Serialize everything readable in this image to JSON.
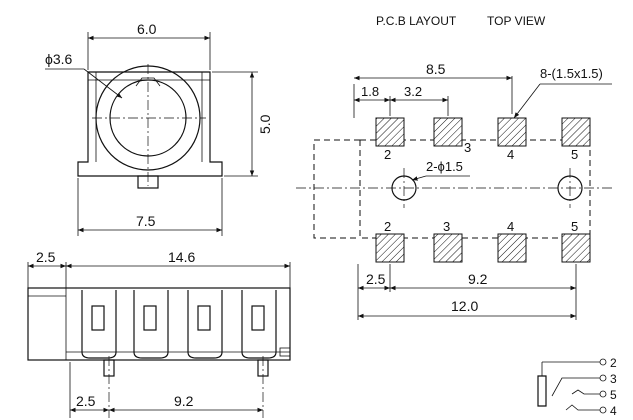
{
  "header": {
    "pcb_layout_label": "P.C.B LAYOUT",
    "top_view_label": "TOP VIEW"
  },
  "top_view": {
    "width_dim": "6.0",
    "hole_dia_dim": "ϕ3.6",
    "height_dim": "5.0",
    "base_width_dim": "7.5"
  },
  "side_view": {
    "left_dim": "2.5",
    "length_dim": "14.6",
    "bottom_left_dim": "2.5",
    "bottom_pitch_dim": "9.2"
  },
  "pcb": {
    "span_dim": "8.5",
    "pad_offset_dim": "1.8",
    "pad_pitch_dim": "3.2",
    "pad_spec": "8-(1.5x1.5)",
    "hole_spec": "2-ϕ1.5",
    "bottom_left_dim": "2.5",
    "bottom_span_dim": "9.2",
    "overall_dim": "12.0",
    "top_pad_numbers": [
      "2",
      "3",
      "4",
      "5"
    ],
    "bottom_pad_numbers": [
      "2",
      "3",
      "4",
      "5"
    ]
  },
  "schematic": {
    "pin_labels": [
      "2",
      "3",
      "5",
      "4"
    ]
  }
}
